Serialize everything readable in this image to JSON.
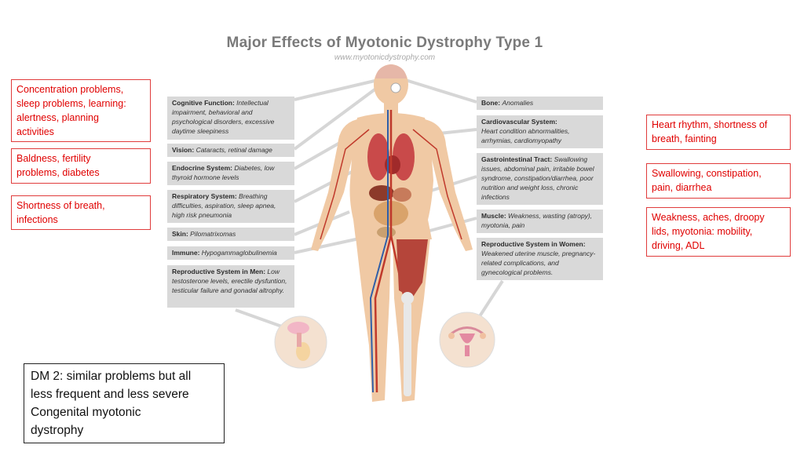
{
  "title": "Major Effects of Myotonic Dystrophy Type 1",
  "source": "www.myotonicdystrophy.com",
  "left_panels": [
    {
      "heading": "Cognitive Function:",
      "text": "Intellectual impairment, behavioral and psychological disorders, excessive daytime sleepiness"
    },
    {
      "heading": "Vision:",
      "text": "Cataracts, retinal damage"
    },
    {
      "heading": "Endocrine System:",
      "text": "Diabetes, low thyroid hormone levels"
    },
    {
      "heading": "Respiratory System:",
      "text": "Breathing difficulties, aspiration, sleep apnea, high risk pneumonia"
    },
    {
      "heading": "Skin:",
      "text": "Pilomatrixomas"
    },
    {
      "heading": "Immune:",
      "text": "Hypogammaglobulinemia"
    },
    {
      "heading": "Reproductive System in Men:",
      "text": "Low testosterone levels, erectile dysfuntion, testicular failure and gonadal altrophy."
    }
  ],
  "right_panels": [
    {
      "heading": "Bone:",
      "text": "Anomalies"
    },
    {
      "heading": "Cardiovascular System:",
      "text": "Heart condition abnormalities, arrhymias, cardiomyopathy"
    },
    {
      "heading": "Gastrointestinal Tract:",
      "text": "Swallowing issues, abdominal pain, irritable bowel syndrome, constipation/diarrhea, poor nutrition and weight loss, chronic infections"
    },
    {
      "heading": "Muscle:",
      "text": "Weakness, wasting (atropy), myotonia, pain"
    },
    {
      "heading": "Reproductive System in Women:",
      "text": "Weakened uterine muscle, pregnancy-related complications, and gynecological problems."
    }
  ],
  "notes": {
    "concentration": [
      "Concentration problems,",
      "sleep problems, learning:",
      "alertness, planning",
      "activities"
    ],
    "baldness": [
      "Baldness, fertility",
      "problems, diabetes"
    ],
    "shortness": [
      "Shortness of breath,",
      "infections"
    ],
    "heart": [
      "Heart rhythm,  shortness of",
      "breath, fainting"
    ],
    "swallowing": [
      "Swallowing, constipation,",
      "pain, diarrhea"
    ],
    "weakness": [
      "Weakness, aches, droopy",
      "lids, myotonia: mobility,",
      "driving, ADL"
    ]
  },
  "dm2_box": [
    "DM 2: similar problems but all",
    "less frequent and less severe",
    "Congenital myotonic",
    "dystrophy"
  ],
  "colors": {
    "note_border": "#e03c3c",
    "note_text": "#e00000",
    "panel_bg": "#d9d9d9",
    "skin": "#f0c9a4",
    "artery": "#c0392b",
    "vein": "#2f5fa8"
  },
  "icons": [
    "male-reproductive-icon",
    "female-reproductive-icon"
  ]
}
